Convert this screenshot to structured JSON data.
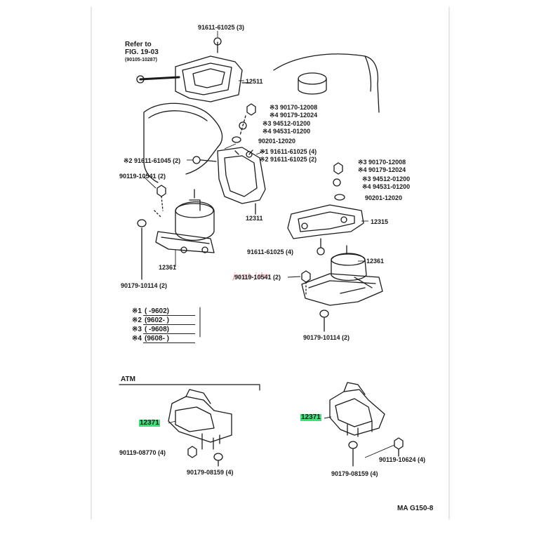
{
  "diagram": {
    "ref_note": {
      "line1": "Refer to",
      "line2": "FIG. 19-03",
      "line3": "(90105-10287)"
    },
    "parts": {
      "p91611_61025_3": "91611-61025 (3)",
      "p12511": "12511",
      "p90170_12008_a": "※3 90170-12008",
      "p90179_12024_a": "※4 90179-12024",
      "p94512_01200_a": "※3 94512-01200",
      "p94531_01200_a": "※4 94531-01200",
      "p90201_12020_a": "90201-12020",
      "p91611_61025_4a": "※1 91611-61025 (4)",
      "p91611_61025_2": "※2 91611-61025 (2)",
      "p91611_61045_2": "※2 91611-61045 (2)",
      "p90119_10541_top": "90119-10541 (2)",
      "p12311": "12311",
      "p12361_left": "12361",
      "p90179_10114_left": "90179-10114 (2)",
      "p90170_12008_b": "※3 90170-12008",
      "p90179_12024_b": "※4 90179-12024",
      "p94512_01200_b": "※3 94512-01200",
      "p94531_01200_b": "※4 94531-01200",
      "p90201_12020_b": "90201-12020",
      "p12315": "12315",
      "p91611_61025_4b": "91611-61025 (4)",
      "p12361_right": "12361",
      "p90119_10541_mid": "90119-10541 (2)",
      "p90179_10114_right": "90179-10114 (2)",
      "atm": "ATM",
      "p12371_left": "12371",
      "p90119_08770": "90119-08770 (4)",
      "p90179_08159_left": "90179-08159 (4)",
      "p12371_right": "12371",
      "p90119_10624": "90119-10624 (4)",
      "p90179_08159_right": "90179-08159 (4)",
      "footer_code": "MA G150-8"
    },
    "key": [
      {
        "sym": "※1",
        "range": "(      -9602)"
      },
      {
        "sym": "※2",
        "range": "(9602-       )"
      },
      {
        "sym": "※3",
        "range": "(      -9608)"
      },
      {
        "sym": "※4",
        "range": "(9608-       )"
      }
    ],
    "watermark": "just-jdm",
    "colors": {
      "line": "#1a1a1a",
      "highlight": "#3fe07a",
      "watermark": "#f4b0b8"
    }
  }
}
